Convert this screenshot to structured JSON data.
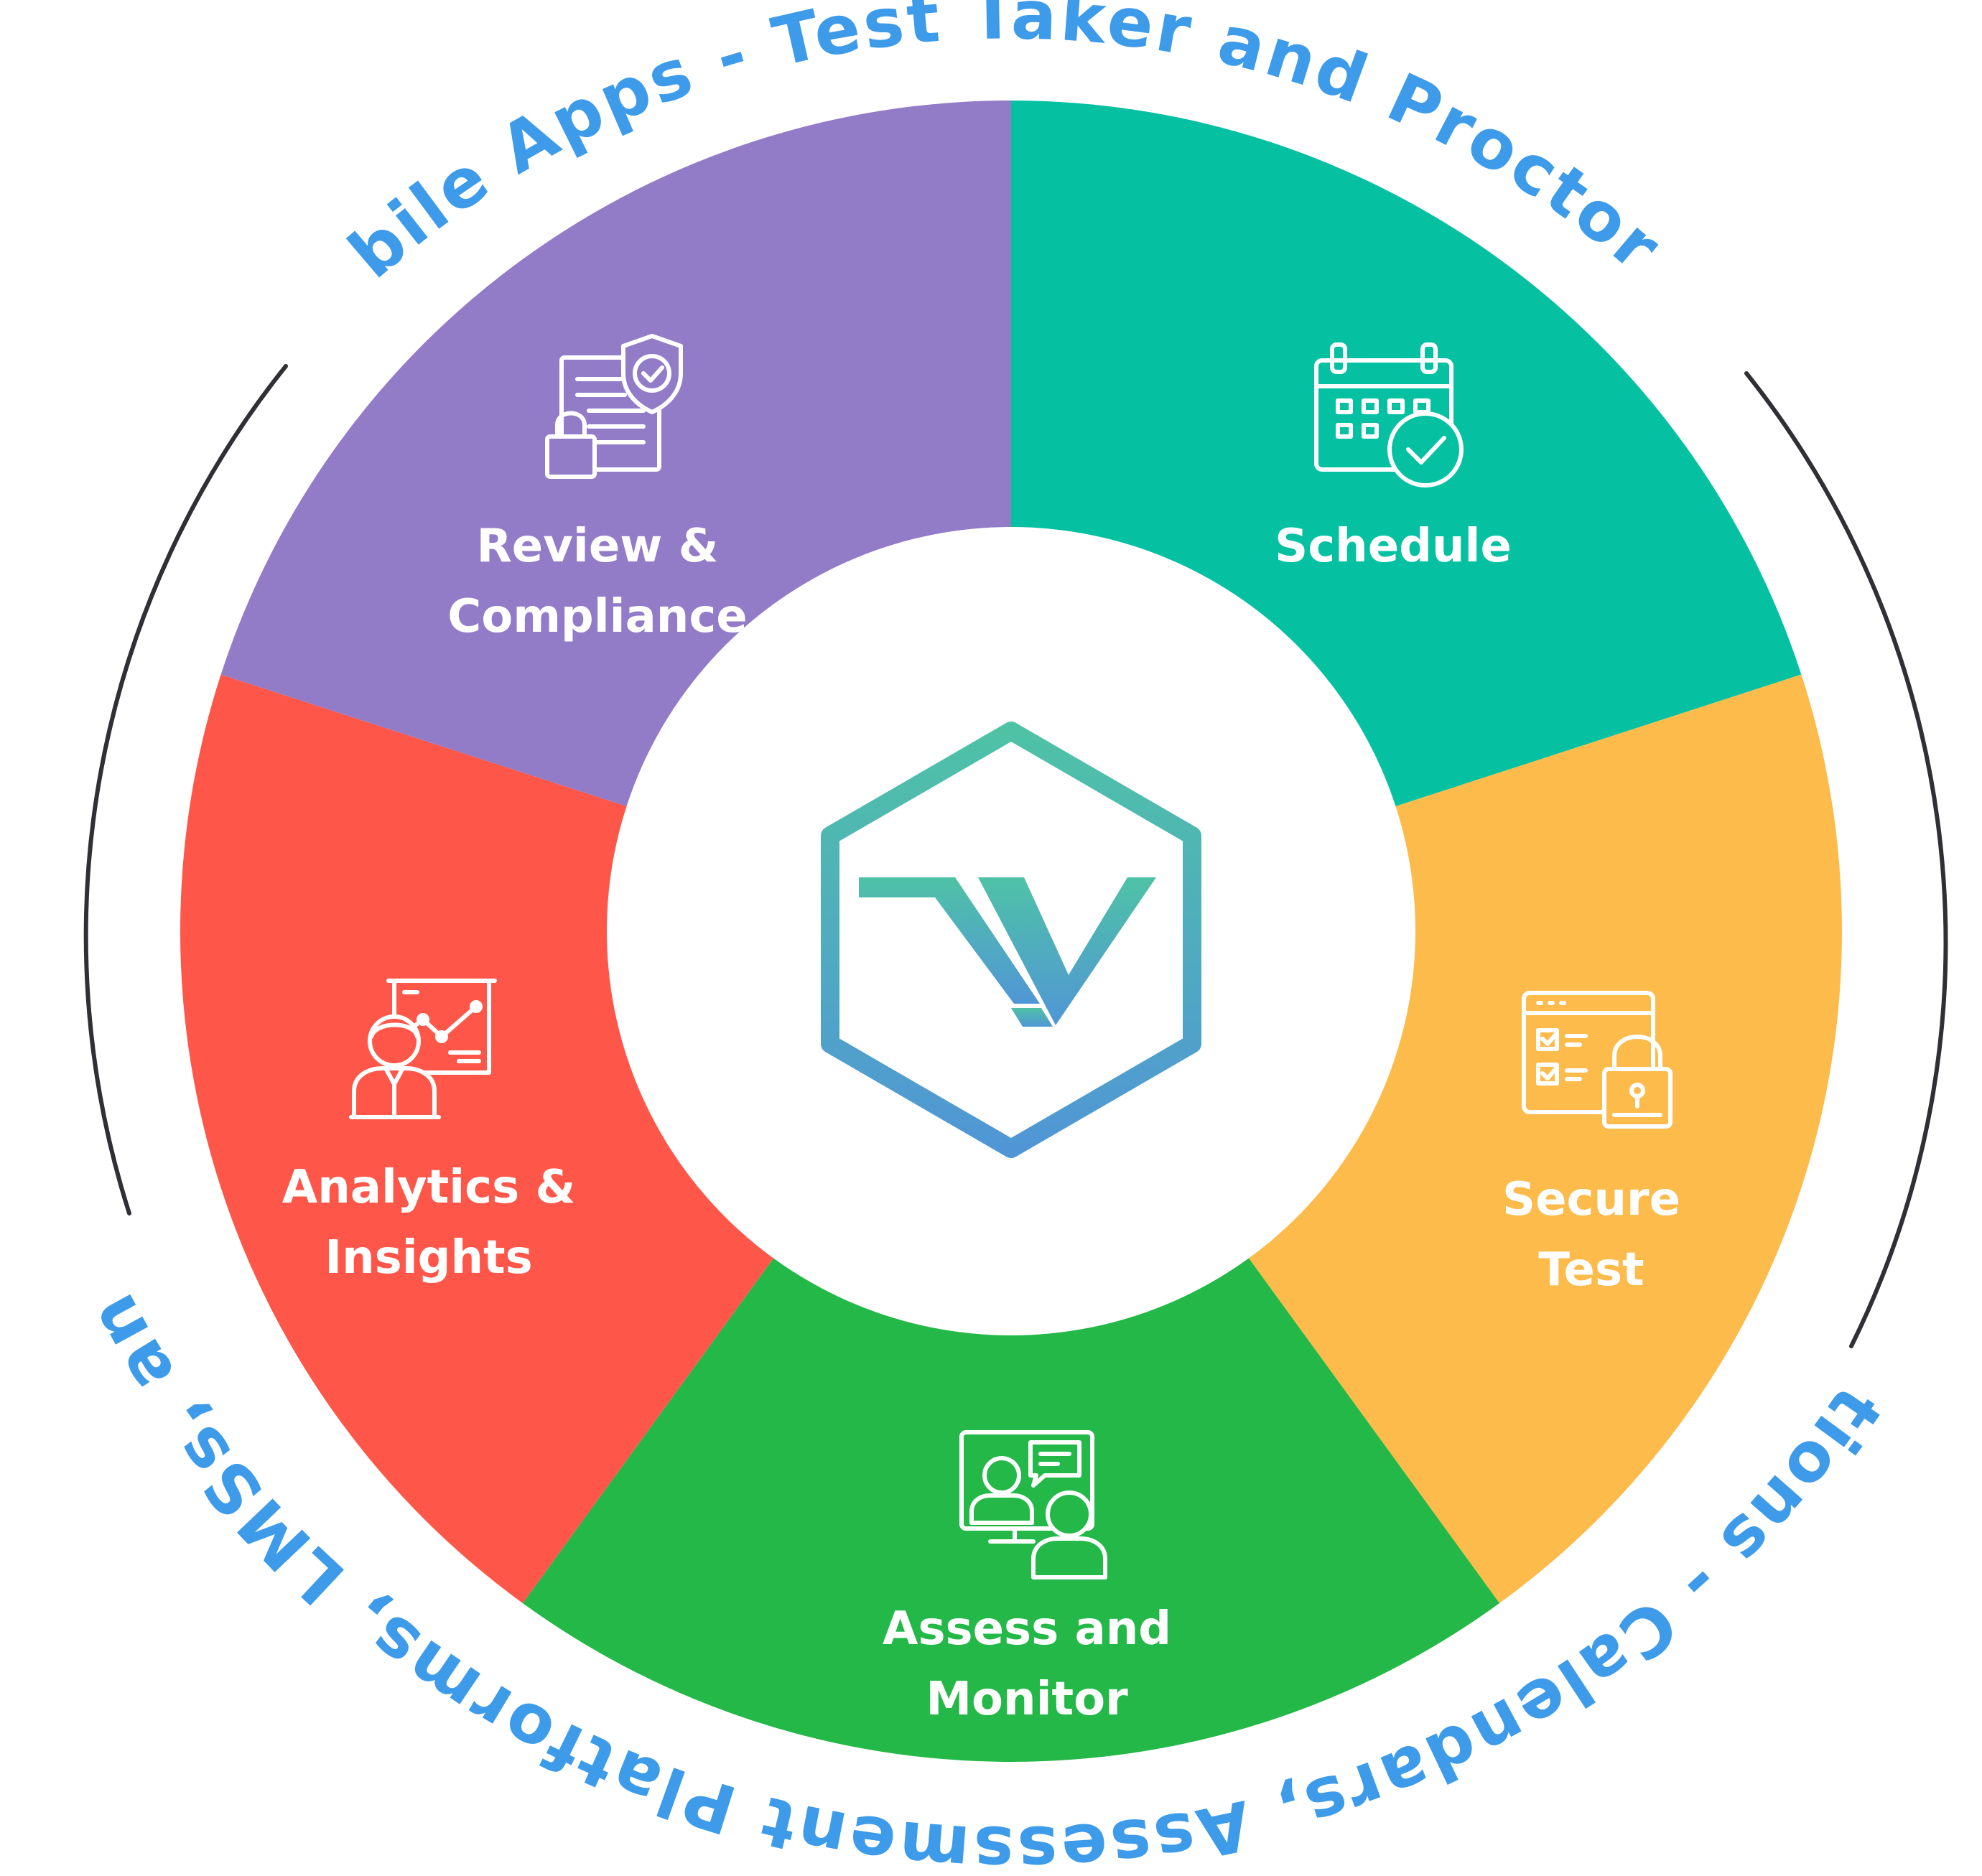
{
  "outer_labels": {
    "top": "Mobile Apps - Test Taker and Proctoring",
    "bottom": "Integrations - Calendars, Assessment Platforms, LMSs, and ATSs"
  },
  "segments": [
    {
      "key": "schedule",
      "label_lines": [
        "Schedule"
      ],
      "color": "#05c1a2",
      "icon": "calendar-check-icon"
    },
    {
      "key": "secure",
      "label_lines": [
        "Secure",
        "Test"
      ],
      "color": "#fdbb4b",
      "icon": "checklist-lock-icon"
    },
    {
      "key": "assess",
      "label_lines": [
        "Assess and",
        "Monitor"
      ],
      "color": "#23b847",
      "icon": "video-chat-icon"
    },
    {
      "key": "analytics",
      "label_lines": [
        "Analytics &",
        "Insights"
      ],
      "color": "#fe574a",
      "icon": "presenter-chart-icon"
    },
    {
      "key": "review",
      "label_lines": [
        "Review &",
        "Compliance"
      ],
      "color": "#927bc7",
      "icon": "document-shield-icon"
    }
  ],
  "colors": {
    "arc_text": "#3d9be9",
    "bracket": "#2f2f36",
    "logo_gradient_top": "#4fc2a6",
    "logo_gradient_bottom": "#5096d6"
  },
  "center_logo": {
    "icon": "hexagon-v-logo"
  }
}
